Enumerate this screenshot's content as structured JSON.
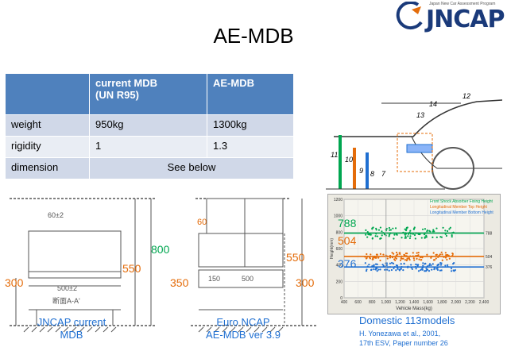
{
  "logo": {
    "tagline": "Japan New Car Assessment Program",
    "wordmark": "JNCAP",
    "brand_color": "#1a3a7a"
  },
  "title": "AE-MDB",
  "table": {
    "headers": [
      "",
      "current MDB (UN R95)",
      "AE-MDB"
    ],
    "header_line1": "current MDB",
    "header_line2": "(UN R95)",
    "header_col3": "AE-MDB",
    "rows": [
      {
        "label": "weight",
        "current": "950kg",
        "ae": "1300kg"
      },
      {
        "label": "rigidity",
        "current": "1",
        "ae": "1.3"
      },
      {
        "label": "dimension",
        "merged": "See below"
      }
    ],
    "header_color": "#4f81bd"
  },
  "jncap_drawing": {
    "dim_top": "60±2",
    "dim_width": "500±2",
    "section": "断面A-A'",
    "height_550": "550",
    "height_300": "300",
    "caption_line1": "JNCAP current",
    "caption_line2": "MDB"
  },
  "euro_drawing": {
    "height_800": "800",
    "dim_60": "60",
    "height_550": "550",
    "height_350": "350",
    "height_300": "300",
    "dim_150": "150",
    "dim_500": "500",
    "caption_line1": "Euro NCAP",
    "caption_line2": "AE-MDB ver 3.9"
  },
  "domestic": {
    "caption": "Domestic 113models",
    "ref_line1": "H. Yonezawa et al., 2001,",
    "ref_line2": "17th ESV, Paper number 26",
    "diagram_labels": [
      "12",
      "14",
      "13",
      "11",
      "10",
      "9",
      "8",
      "7"
    ],
    "legend": [
      "Front Shock Absorber Fixing Height",
      "Longitudinal Member Top Height",
      "Longitudinal Member Bottom Height"
    ]
  },
  "chart_data": {
    "type": "scatter",
    "xlabel": "Vehicle Mass(kg)",
    "ylabel": "Height(mm)",
    "x_ticks": [
      "400",
      "600",
      "800",
      "1,000",
      "1,200",
      "1,400",
      "1,600",
      "1,800",
      "2,000",
      "2,200",
      "2,400"
    ],
    "y_ticks": [
      "0",
      "200",
      "400",
      "600",
      "800",
      "1000",
      "1200"
    ],
    "xlim": [
      400,
      2400
    ],
    "ylim": [
      0,
      1200
    ],
    "series": [
      {
        "name": "Front Shock Absorber Fixing Height",
        "color": "#00a650",
        "mean": 788
      },
      {
        "name": "Longitudinal Member Top Height",
        "color": "#e46c0a",
        "mean": 504
      },
      {
        "name": "Longitudinal Member Bottom Height",
        "color": "#1f6fd1",
        "mean": 376
      }
    ],
    "annotations": [
      "788",
      "504",
      "376"
    ],
    "right_labels": [
      "788",
      "504",
      "376"
    ]
  }
}
